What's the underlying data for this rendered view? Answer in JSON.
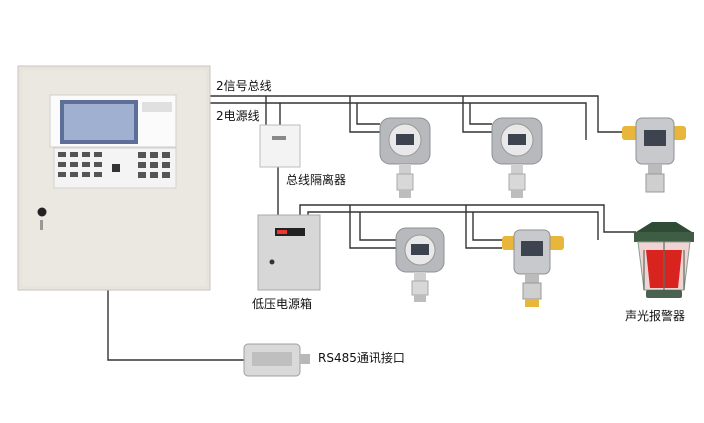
{
  "labels": {
    "bus_line": "2信号总线",
    "power_line": "2电源线",
    "bus_isolator": "总线隔离器",
    "low_voltage_psu": "低压电源箱",
    "sound_light_alarm": "声光报警器",
    "rs485_interface": "RS485通讯接口"
  },
  "colors": {
    "wire": "#333333",
    "cabinet": "#e9e6e0",
    "panel_screen": "#8a9ab8",
    "alarm_red": "#d8231e",
    "detector_gold": "#e8b63a",
    "detector_gray": "#a7aaad"
  }
}
